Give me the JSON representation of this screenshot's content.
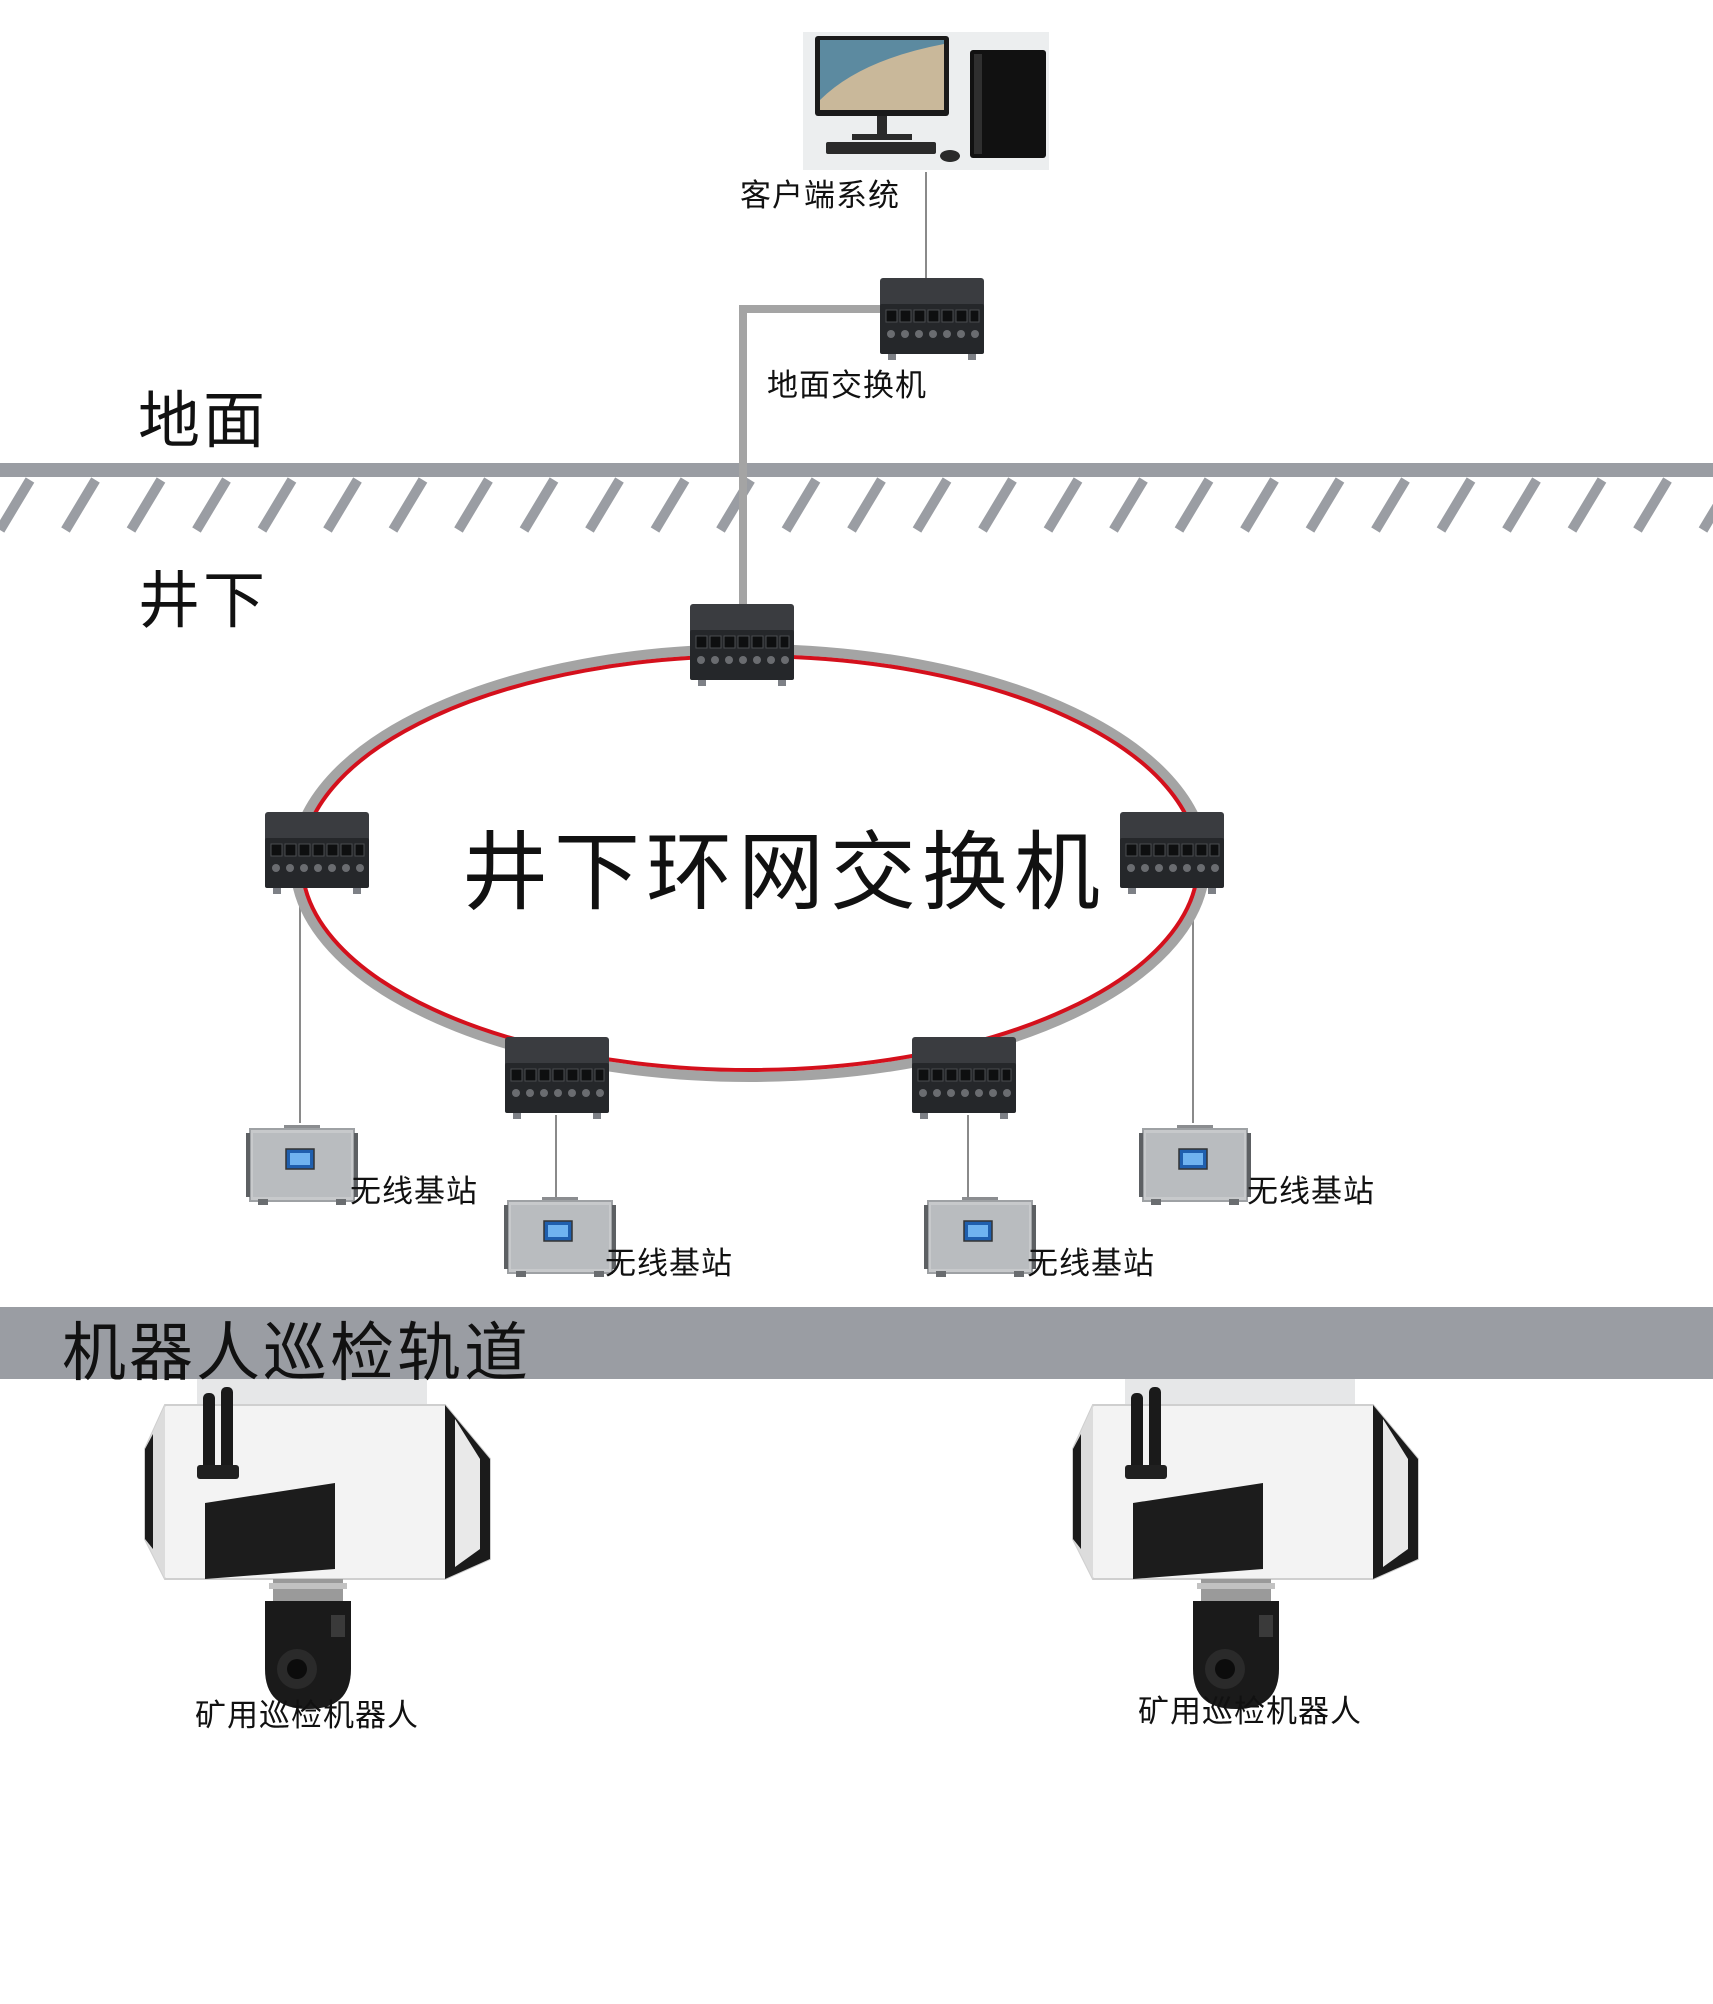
{
  "labels": {
    "client_system": "客户端系统",
    "ground_switch": "地面交换机",
    "ground": "地面",
    "underground": "井下",
    "ring_switch": "井下环网交换机",
    "base_station": "无线基站",
    "rail": "机器人巡检轨道",
    "robot": "矿用巡检机器人"
  },
  "colors": {
    "ground_line": "#9a9da3",
    "ring_outer": "#a4a4a4",
    "ring_inner": "#d4101c",
    "rail_band": "#9a9da3",
    "switch_body": "#2b2d30",
    "cable": "#8a8a8a"
  },
  "nodes": {
    "client": "computer-icon",
    "ground_switch": "switch-icon",
    "ring_switches": [
      "switch-icon",
      "switch-icon",
      "switch-icon",
      "switch-icon",
      "switch-icon"
    ],
    "base_stations": [
      "base-station-icon",
      "base-station-icon",
      "base-station-icon",
      "base-station-icon"
    ],
    "robots": [
      "robot-icon",
      "robot-icon"
    ]
  }
}
